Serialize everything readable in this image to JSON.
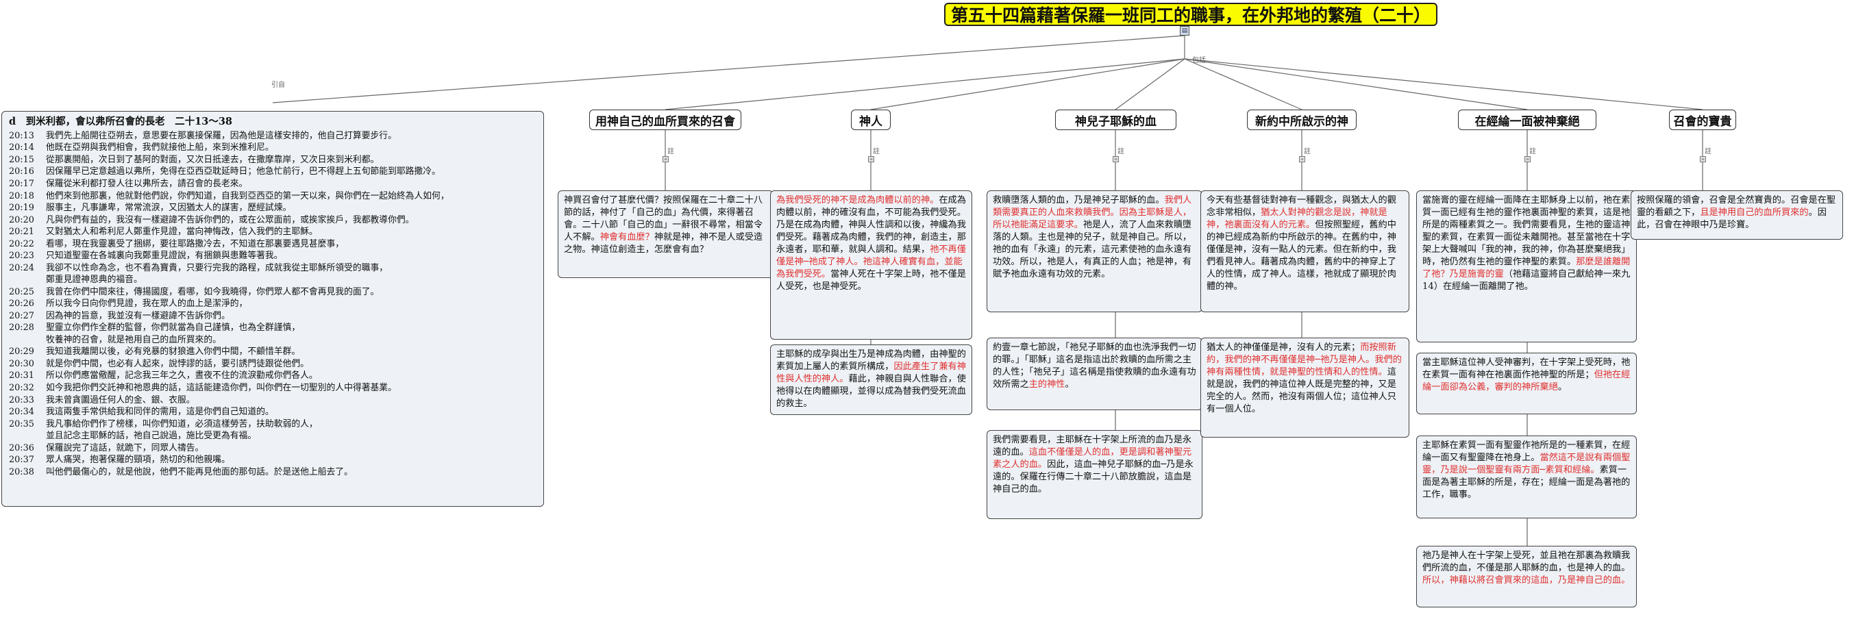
{
  "title": "第五十四篇藉著保羅一班同工的職事，在外邦地的繁殖（二十）",
  "relations": {
    "quote": "引自",
    "includes": "包括",
    "note": "註"
  },
  "verses": {
    "heading": "d　到米利都，會以弗所召會的長老　二十13～38",
    "lines": [
      {
        "ref": "20:13",
        "text": "我們先上船開往亞朔去，意思要在那裏接保羅，因為他是這樣安排的，他自己打算要步行。"
      },
      {
        "ref": "20:14",
        "text": "他既在亞朔與我們相會，我們就接他上船，來到米推利尼。"
      },
      {
        "ref": "20:15",
        "text": "從那裏開船，次日到了基阿的對面，又次日抵達去，在撒摩靠岸，又次日來到米利都。"
      },
      {
        "ref": "20:16",
        "text": "因保羅早已定意越過以弗所，免得在亞西亞耽延時日；他急忙前行，巴不得趕上五旬節能到耶路撒冷。"
      },
      {
        "ref": "20:17",
        "text": "保羅從米利都打發人往以弗所去，請召會的長老來。"
      },
      {
        "ref": "20:18",
        "text": "他們來到他那裏，他就對他們說，你們知道，自我到亞西亞的第一天以來，與你們在一起始終為人如何，"
      },
      {
        "ref": "20:19",
        "text": "服事主，凡事謙卑，常常流淚，又因猶太人的謀害，歷經試煉。"
      },
      {
        "ref": "20:20",
        "text": "凡與你們有益的，我沒有一樣避諱不告訴你們的，或在公眾面前，或挨家挨戶，我都教導你們。"
      },
      {
        "ref": "20:21",
        "text": "又對猶太人和希利尼人鄭重作見證，當向神悔改，信入我們的主耶穌。"
      },
      {
        "ref": "20:22",
        "text": "看哪，現在我靈裏受了捆綁，要往耶路撒冷去，不知道在那裏要遇見甚麼事，"
      },
      {
        "ref": "20:23",
        "text": "只知道聖靈在各城裏向我鄭重見證說，有捆鎖與患難等著我。"
      },
      {
        "ref": "20:24",
        "text": "我卻不以性命為念，也不看為寶貴，只要行完我的路程，成就我從主耶穌所領受的職事，"
      },
      {
        "ref": "",
        "text": "鄭重見證神恩典的福音。"
      },
      {
        "ref": "20:25",
        "text": "我曾在你們中間來往，傳揚國度，看哪，如今我曉得，你們眾人都不會再見我的面了。"
      },
      {
        "ref": "20:26",
        "text": "所以我今日向你們見證，我在眾人的血上是潔淨的，"
      },
      {
        "ref": "20:27",
        "text": "因為神的旨意，我並沒有一樣避諱不告訴你們。"
      },
      {
        "ref": "20:28",
        "text": "聖靈立你們作全群的監督，你們就當為自己謹慎，也為全群謹慎，"
      },
      {
        "ref": "",
        "text": "牧養神的召會，就是祂用自己的血所買來的。"
      },
      {
        "ref": "20:29",
        "text": "我知道我離開以後，必有兇暴的豺狼進入你們中間，不顧惜羊群。"
      },
      {
        "ref": "20:30",
        "text": "就是你們中間，也必有人起來，說悖謬的話，要引誘門徒跟從他們。"
      },
      {
        "ref": "20:31",
        "text": "所以你們應當儆醒，記念我三年之久，晝夜不住的流淚勸戒你們各人。"
      },
      {
        "ref": "20:32",
        "text": "如今我把你們交託神和祂恩典的話，這話能建造你們，叫你們在一切聖別的人中得著基業。"
      },
      {
        "ref": "20:33",
        "text": "我未曾貪圖過任何人的金、銀、衣服。"
      },
      {
        "ref": "20:34",
        "text": "我這兩隻手常供給我和同伴的需用，這是你們自己知道的。"
      },
      {
        "ref": "20:35",
        "text": "我凡事給你們作了榜樣，叫你們知道，必須這樣勞苦，扶助軟弱的人，"
      },
      {
        "ref": "",
        "text": "並且記念主耶穌的話，祂自己說過，施比受更為有福。"
      },
      {
        "ref": "20:36",
        "text": "保羅說完了這話，就跪下，同眾人禱告。"
      },
      {
        "ref": "20:37",
        "text": "眾人痛哭，抱著保羅的頸項，熱切的和他親嘴。"
      },
      {
        "ref": "20:38",
        "text": "叫他們最傷心的，就是他說，他們不能再見他面的那句話。於是送他上船去了。"
      }
    ]
  },
  "topics": [
    {
      "head": "用神自己的血所買來的召會",
      "notes": [
        [
          {
            "t": "神買召會付了甚麼代價？按照保羅在二十章二十八節的話，神付了「自己的血」為代價，來得著召會。二十八節「自己的血」一辭很不尋常，相當令人不解。"
          },
          {
            "t": "神會有血麼？",
            "r": true
          },
          {
            "t": "神就是神，神不是人或受造之物。神這位創造主，怎麼會有血？"
          }
        ]
      ]
    },
    {
      "head": "神人",
      "notes": [
        [
          {
            "t": "為我們受死的神不是成為肉體以前的神。",
            "r": true
          },
          {
            "t": "在成為肉體以前，神的確沒有血，不可能為我們受死。乃是在成為肉體，神與人性調和以後，神纔為我們受死。藉著成為肉體，我們的神，創造主，那永遠者，耶和華，就與人調和。結果，"
          },
          {
            "t": "祂不再僅僅是神─祂成了神人。祂這神人確實有血，並能為我們受死。",
            "r": true
          },
          {
            "t": "當神人死在十字架上時，祂不僅是人受死，也是神受死。"
          }
        ],
        [
          {
            "t": "主耶穌的成孕與出生乃是神成為肉體，由神聖的素質加上屬人的素質所構成，"
          },
          {
            "t": "因此產生了兼有神性與人性的神人。",
            "r": true
          },
          {
            "t": "藉此，神親自與人性聯合，使祂得以在肉體顯現，並得以成為替我們受死流血的救主。"
          }
        ]
      ]
    },
    {
      "head": "神兒子耶穌的血",
      "notes": [
        [
          {
            "t": "救贖墮落人類的血，乃是神兒子耶穌的血。"
          },
          {
            "t": "我們人類需要真正的人血來救贖我們。因為主耶穌是人，所以祂能滿足這要求。",
            "r": true
          },
          {
            "t": "祂是人，流了人血來救贖墮落的人類。主也是神的兒子，就是神自己。所以，祂的血有「永遠」的元素，這元素使祂的血永遠有功效。所以，祂是人，有真正的人血；祂是神，有賦予祂血永遠有功效的元素。"
          }
        ],
        [
          {
            "t": "約壹一章七節說，「祂兒子耶穌的血也洗淨我們一切的罪。」「耶穌」這名是指這出於救贖的血所需之主的人性；「祂兒子」這名稱是指使救贖的血永遠有功效所需之"
          },
          {
            "t": "主的神性",
            "r": true
          },
          {
            "t": "。"
          }
        ],
        [
          {
            "t": "我們需要看見，主耶穌在十字架上所流的血乃是永遠的血。"
          },
          {
            "t": "這血不僅僅是人的血，更是調和著神聖元素之人的血。",
            "r": true
          },
          {
            "t": "因此，這血─神兒子耶穌的血─乃是永遠的。保羅在行傳二十章二十八節放膽說，這血是神自己的血。"
          }
        ]
      ]
    },
    {
      "head": "新約中所啟示的神",
      "notes": [
        [
          {
            "t": "今天有些基督徒對神有一種觀念，與猶太人的觀念非常相似，"
          },
          {
            "t": "猶太人對神的觀念是說，神就是神，祂裏面沒有人的元素。",
            "r": true
          },
          {
            "t": "但按照聖經，舊約中的神已經成為新約中所啟示的神。在舊約中，神僅僅是神，沒有一點人的元素。但在新約中，我們看見神人。藉著成為肉體，舊約中的神穿上了人的性情，成了神人。這樣，祂就成了顯現於肉體的神。"
          }
        ],
        [
          {
            "t": "猶太人的神僅僅是神，沒有人的元素；"
          },
          {
            "t": "而按照新約，我們的神不再僅僅是神─祂乃是神人。我們的神有兩種性情，就是神聖的性情和人的性情。",
            "r": true
          },
          {
            "t": "這就是說，我們的神這位神人既是完整的神，又是完全的人。然而，祂沒有兩個人位；這位神人只有一個人位。"
          }
        ]
      ]
    },
    {
      "head": "在經綸一面被神棄絕",
      "notes": [
        [
          {
            "t": "當施膏的靈在經綸一面降在主耶穌身上以前，祂在素質一面已經有生祂的靈作祂裏面神聖的素質，這是祂所是的兩種素質之一。我們需要看見，生祂的靈這神聖的素質，在素質一面從未離開祂。甚至當祂在十字架上大聲喊叫「我的神，我的神，你為甚麼棄絕我」時，祂仍然有生祂的靈作神聖的素質。"
          },
          {
            "t": "那麼是誰離開了祂？乃是施膏的靈",
            "r": true
          },
          {
            "t": "（祂藉這靈將自己獻給神一來九14）在經綸一面離開了祂。"
          }
        ],
        [
          {
            "t": "當主耶穌這位神人受神審判，在十字架上受死時，祂在素質一面有神在祂裏面作祂神聖的所是；"
          },
          {
            "t": "但祂在經綸一面卻為公義，審判的神所棄絕",
            "r": true
          },
          {
            "t": "。"
          }
        ],
        [
          {
            "t": "主耶穌在素質一面有聖靈作祂所是的一種素質，在經綸一面又有聖靈降在祂身上。"
          },
          {
            "t": "當然這不是說有兩個聖靈，乃是說一個聖靈有兩方面─素質和經綸。",
            "r": true
          },
          {
            "t": "素質一面是為著主耶穌的所是，存在；經綸一面是為著祂的工作，職事。"
          }
        ],
        [
          {
            "t": "祂乃是神人在十字架上受死，並且祂在那裏為救贖我們所流的血，不僅是那人耶穌的血，也是神人的血。"
          },
          {
            "t": "所以，神藉以將召會買來的這血，乃是神自己的血。",
            "r": true
          }
        ]
      ]
    },
    {
      "head": "召會的寶貴",
      "notes": [
        [
          {
            "t": "按照保羅的領會，召會是全然寶貴的。召會是在聖靈的看顧之下，"
          },
          {
            "t": "且是神用自己的血所買來的",
            "r": true
          },
          {
            "t": "。因此，召會在神眼中乃是珍寶。"
          }
        ]
      ]
    }
  ]
}
